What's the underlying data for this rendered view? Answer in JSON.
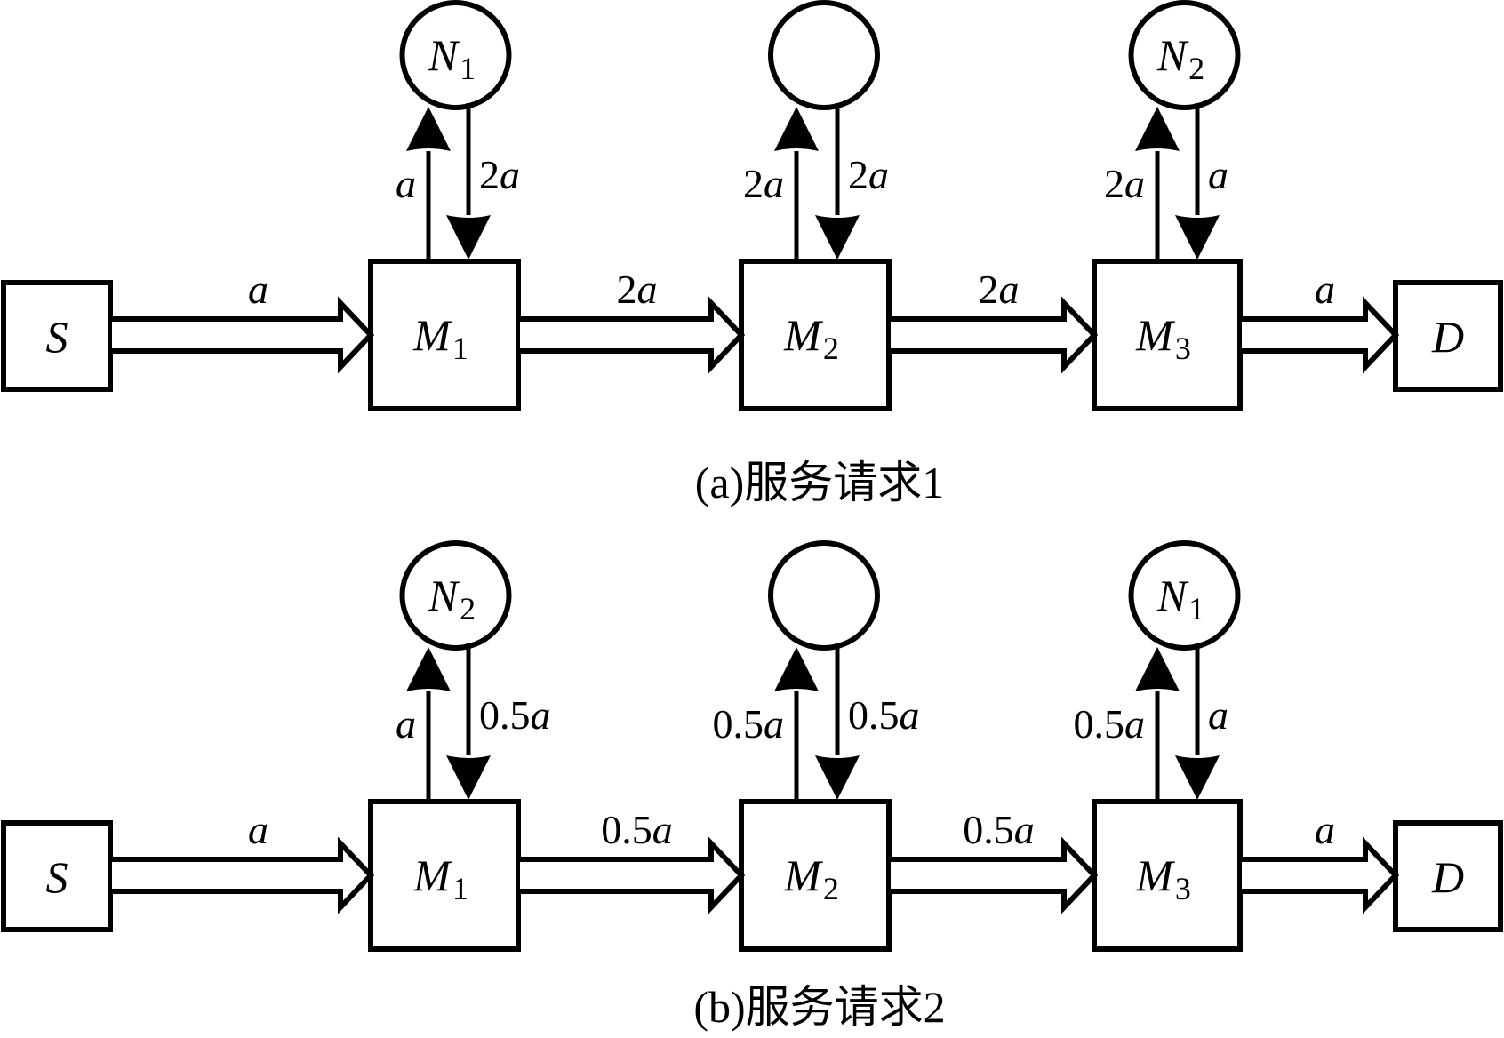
{
  "diagrams": [
    {
      "id": "request-1",
      "caption": "(a)服务请求1",
      "source": {
        "label": "S"
      },
      "destination": {
        "label": "D"
      },
      "middleboxes": [
        {
          "label": "M",
          "sub": "1",
          "service_node": {
            "label": "N",
            "sub": "1"
          },
          "to_node": "a",
          "from_node": "2a"
        },
        {
          "label": "M",
          "sub": "2",
          "service_node": {
            "label": "",
            "sub": ""
          },
          "to_node": "2a",
          "from_node": "2a"
        },
        {
          "label": "M",
          "sub": "3",
          "service_node": {
            "label": "N",
            "sub": "2"
          },
          "to_node": "2a",
          "from_node": "a"
        }
      ],
      "links": [
        "a",
        "2a",
        "2a",
        "a"
      ]
    },
    {
      "id": "request-2",
      "caption": "(b)服务请求2",
      "source": {
        "label": "S"
      },
      "destination": {
        "label": "D"
      },
      "middleboxes": [
        {
          "label": "M",
          "sub": "1",
          "service_node": {
            "label": "N",
            "sub": "2"
          },
          "to_node": "a",
          "from_node": "0.5a"
        },
        {
          "label": "M",
          "sub": "2",
          "service_node": {
            "label": "",
            "sub": ""
          },
          "to_node": "0.5a",
          "from_node": "0.5a"
        },
        {
          "label": "M",
          "sub": "3",
          "service_node": {
            "label": "N",
            "sub": "1"
          },
          "to_node": "0.5a",
          "from_node": "a"
        }
      ],
      "links": [
        "a",
        "0.5a",
        "0.5a",
        "a"
      ]
    }
  ]
}
